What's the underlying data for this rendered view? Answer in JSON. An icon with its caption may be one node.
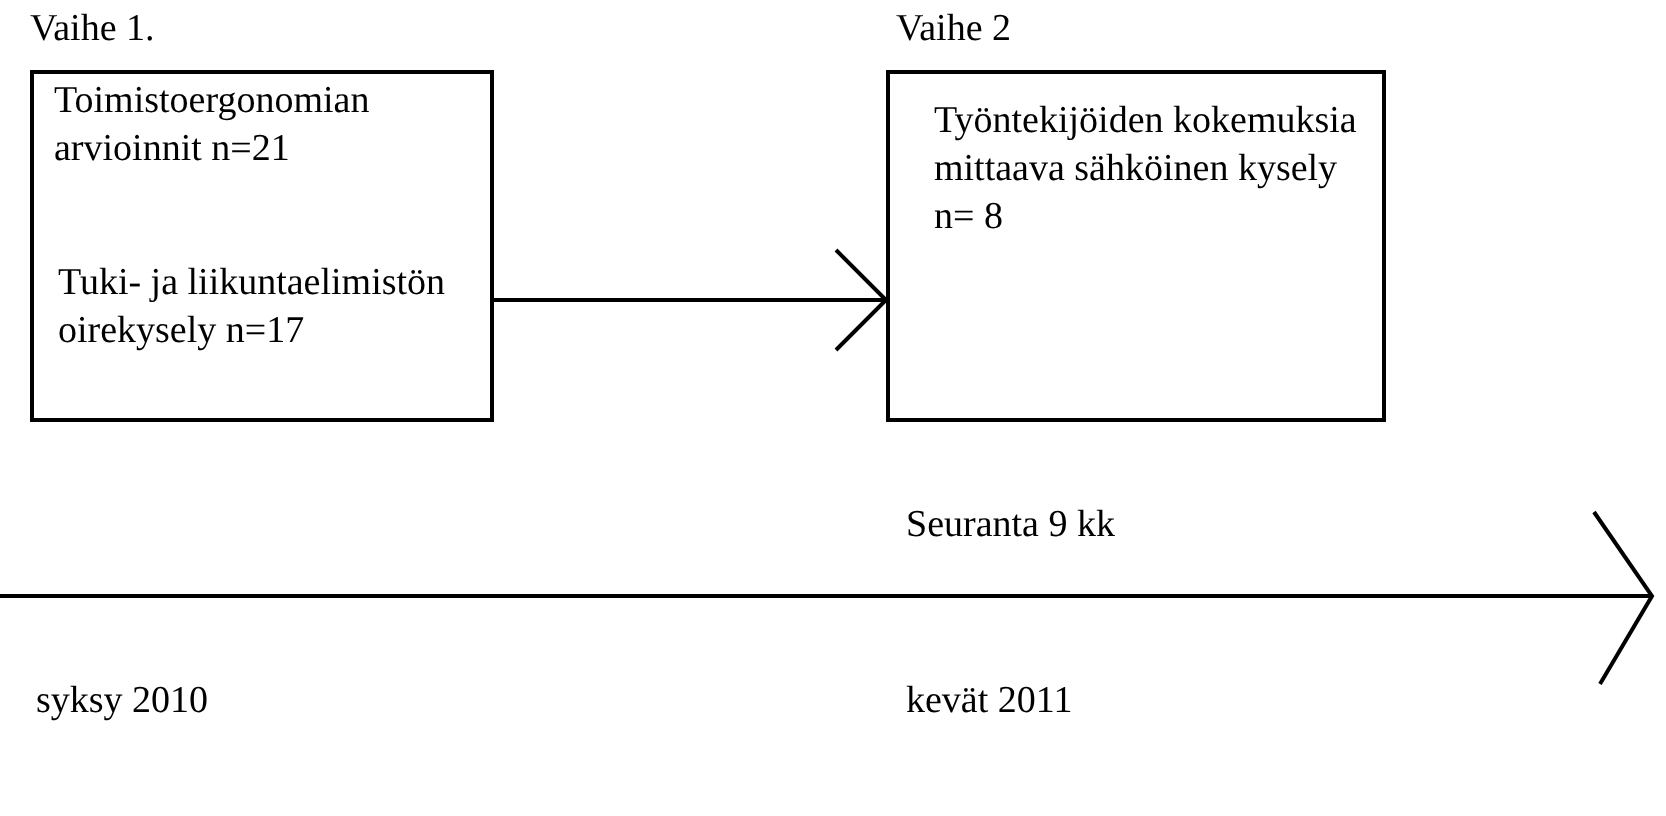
{
  "diagram": {
    "nodes": [
      {
        "text": [
          "Toimistoergonomian arvioinnit n=21",
          "Tuki- ja liikuntaelimistön oirekysely n=17"
        ]
      },
      {
        "text": [
          "Työntekijöiden kokemuksia mittaava sähköinen kysely n= 8"
        ]
      }
    ],
    "edges": [
      {
        "from": 0,
        "to": 1,
        "arrow": "to"
      }
    ],
    "labels": [
      "Vaihe 1.",
      "Vaihe 2",
      "Seuranta 9 kk",
      "syksy 2010",
      "kevät 2011"
    ]
  }
}
